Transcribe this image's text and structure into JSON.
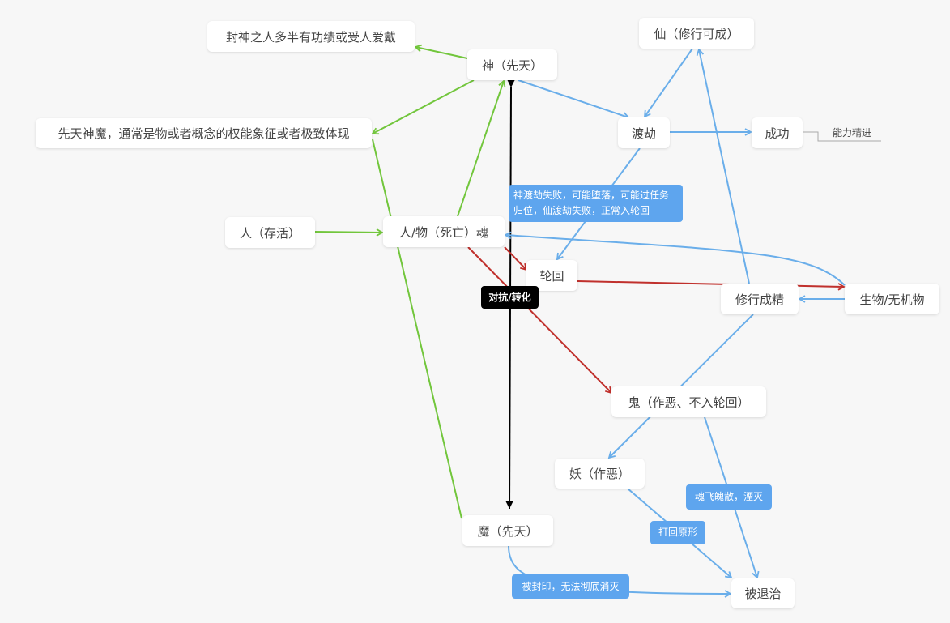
{
  "nodes": {
    "fengshen": "封神之人多半有功绩或受人爱戴",
    "shen": "神（先天）",
    "xian": "仙（修行可成）",
    "xiantian_shenmo": "先天神魔，通常是物或者概念的权能象征或者极致体现",
    "dujie": "渡劫",
    "chenggong": "成功",
    "ren_cunhuo": "人（存活）",
    "hun": "人/物（死亡）魂",
    "lunhui": "轮回",
    "xiuxing": "修行成精",
    "shengwu": "生物/无机物",
    "gui": "鬼（作恶、不入轮回）",
    "yao": "妖（作恶）",
    "mo": "魔（先天）",
    "tuizhi": "被退治"
  },
  "sub_topics": {
    "nengli": "能力精进"
  },
  "edge_labels": {
    "dujie_fail": "神渡劫失败，可能堕落，可能过任务归位，仙渡劫失败，正常入轮回",
    "duikang": "对抗/转化",
    "hunfei": "魂飞魄散，湮灭",
    "dahui": "打回原形",
    "fengyin": "被封印，无法彻底消灭"
  },
  "colors": {
    "green": "#72c63c",
    "blue": "#6aaeea",
    "red": "#c0302c",
    "black": "#000000",
    "label_bg": "#5ea5ee"
  }
}
